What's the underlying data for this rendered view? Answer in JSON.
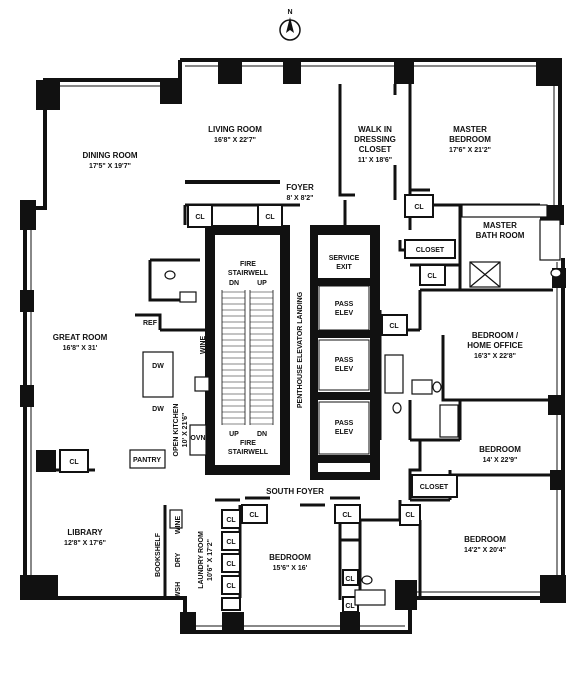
{
  "rooms": {
    "living_room": {
      "name": "LIVING ROOM",
      "dims": "16'8\" X 22'7\""
    },
    "dining_room": {
      "name": "DINING ROOM",
      "dims": "17'5\" X 19'7\""
    },
    "walk_in": {
      "line1": "WALK IN",
      "line2": "DRESSING",
      "line3": "CLOSET",
      "dims": "11' X 18'6\""
    },
    "master_bedroom": {
      "line1": "MASTER",
      "line2": "BEDROOM",
      "dims": "17'6\" X 21'2\""
    },
    "foyer": {
      "name": "FOYER",
      "dims": "8' X 8'2\""
    },
    "master_bath": {
      "line1": "MASTER",
      "line2": "BATH ROOM"
    },
    "great_room": {
      "name": "GREAT ROOM",
      "dims": "16'8\" X 31'"
    },
    "open_kitchen": {
      "name": "OPEN KITCHEN",
      "dims": "10' X 21'6\""
    },
    "bedroom_office": {
      "line1": "BEDROOM /",
      "line2": "HOME OFFICE",
      "dims": "16'3\" X 22'8\""
    },
    "bedroom_east": {
      "name": "BEDROOM",
      "dims": "14' X 22'9\""
    },
    "library": {
      "name": "LIBRARY",
      "dims": "12'8\" X 17'6\""
    },
    "laundry": {
      "name": "LAUNDRY ROOM",
      "dims": "10'6\" X 17'2\""
    },
    "bedroom_south": {
      "name": "BEDROOM",
      "dims": "15'6\" X 16'"
    },
    "bedroom_se": {
      "name": "BEDROOM",
      "dims": "14'2\" X 20'4\""
    },
    "south_foyer": {
      "name": "SOUTH FOYER"
    },
    "penthouse_landing": {
      "name": "PENTHOUSE ELEVATOR LANDING"
    }
  },
  "labels": {
    "cl": "CL",
    "closet": "CLOSET",
    "service_exit_1": "SERVICE",
    "service_exit_2": "EXIT",
    "pass": "PASS",
    "elev": "ELEV",
    "fire": "FIRE",
    "stairwell": "STAIRWELL",
    "dn": "DN",
    "up": "UP",
    "ref": "REF",
    "wine": "WINE",
    "dw": "DW",
    "ovn": "OVN",
    "pantry": "PANTRY",
    "bookshelf": "BOOKSHELF",
    "wsh": "WSH",
    "dry": "DRY"
  },
  "compass": {
    "letter": "N"
  }
}
